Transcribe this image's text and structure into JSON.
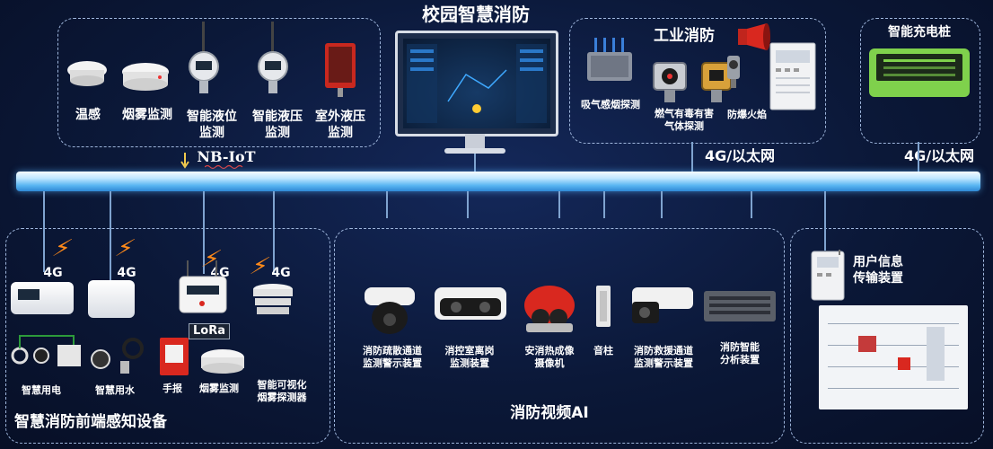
{
  "title": "校园智慧消防",
  "top_left_devices": [
    {
      "label": "温感"
    },
    {
      "label": "烟雾监测"
    },
    {
      "label": "智能液位\n监测"
    },
    {
      "label": "智能液压\n监测"
    },
    {
      "label": "室外液压\n监测"
    }
  ],
  "industrial": {
    "title": "工业消防",
    "devices": [
      {
        "label": "吸气感烟探测"
      },
      {
        "label": "燃气有毒有害\n气体探测"
      },
      {
        "label": "防爆火焰"
      }
    ]
  },
  "charging": {
    "title": "智能充电桩"
  },
  "network_labels": {
    "nbiot": "NB-IoT",
    "eth_mid": "4G/以太网",
    "eth_right": "4G/以太网"
  },
  "front_end": {
    "title": "智慧消防前端感知设备",
    "badges": [
      "4G",
      "4G",
      "4G",
      "4G"
    ],
    "lora": "LoRa",
    "devices": [
      {
        "label": "智慧用电"
      },
      {
        "label": "智慧用水"
      },
      {
        "label": "手报"
      },
      {
        "label": "烟雾监测"
      },
      {
        "label": "智能可视化\n烟雾探测器"
      }
    ]
  },
  "video_ai": {
    "title": "消防视频AI",
    "devices": [
      {
        "label": "消防疏散通道\n监测警示装置"
      },
      {
        "label": "消控室离岗\n监测装置"
      },
      {
        "label": "安消热成像\n摄像机"
      },
      {
        "label": "音柱"
      },
      {
        "label": "消防救援通道\n监测警示装置"
      },
      {
        "label": "消防智能\n分析装置"
      }
    ]
  },
  "user_info": {
    "label": "用户信息\n传输装置"
  },
  "colors": {
    "background": "#0b1838",
    "bus": "#5ab6f2",
    "dash": "#9fb6dc",
    "bolt": "#ff8a1a",
    "alarm_red": "#d9281f"
  }
}
